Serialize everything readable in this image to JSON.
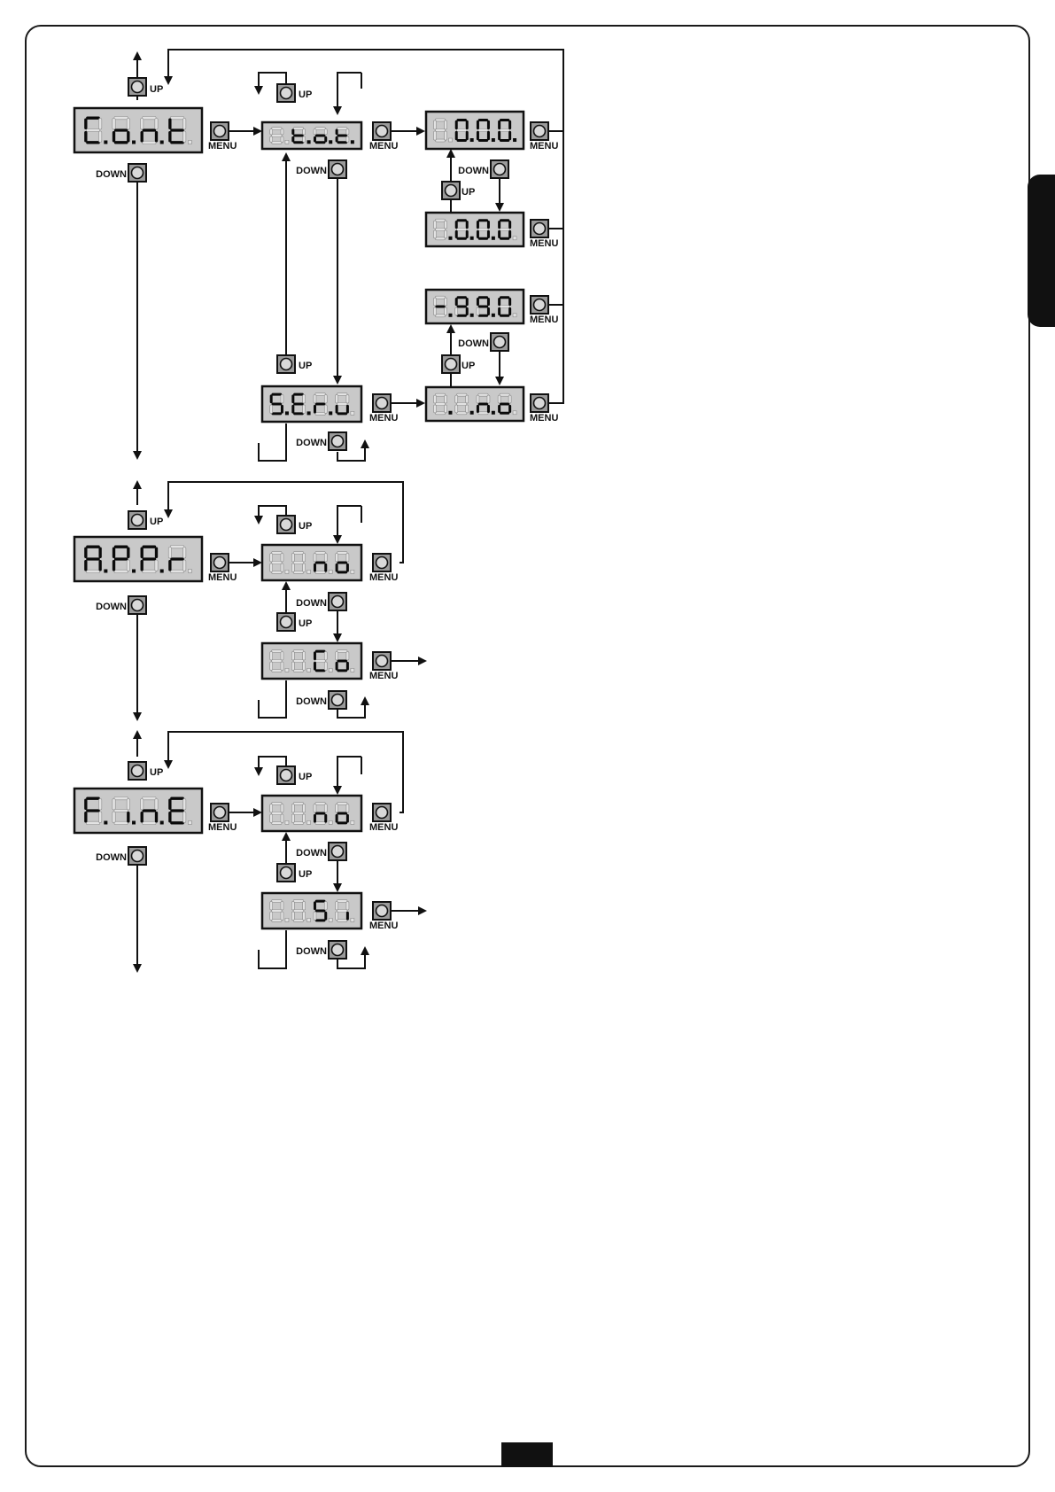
{
  "colors": {
    "display_bg": "#c9c9c9",
    "segment_on": "#0a0a0a",
    "segment_off": "#e3e3e3",
    "button_bg": "#9a9a9a",
    "line": "#111111"
  },
  "labels": {
    "up": "UP",
    "down": "DOWN",
    "menu": "MENU"
  },
  "sections": [
    {
      "name": "cont",
      "menu_display": "C.o.n.t",
      "submenus": [
        "t.o.t.",
        "S.E.r.u"
      ],
      "values": [
        "0.0.0.",
        ".0.0.0",
        "-.9.9.0",
        ". .n.o"
      ]
    },
    {
      "name": "appr",
      "menu_display": "A.P.P.r",
      "options": [
        "no",
        "Co"
      ]
    },
    {
      "name": "fine",
      "menu_display": "F.i.n.E",
      "options": [
        "no",
        "Si"
      ]
    }
  ]
}
